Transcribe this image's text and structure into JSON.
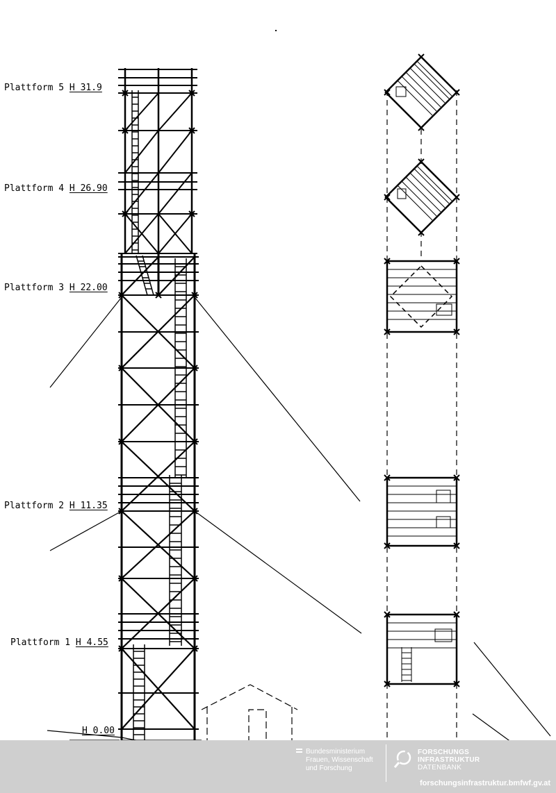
{
  "platforms": [
    {
      "name": "Plattform 5",
      "height": "H 31.9"
    },
    {
      "name": "Plattform 4",
      "height": "H 26.90"
    },
    {
      "name": "Plattform 3",
      "height": "H 22.00"
    },
    {
      "name": "Plattform 2",
      "height": "H 11.35"
    },
    {
      "name": "Plattform 1",
      "height": "H 4.55"
    }
  ],
  "ground_label": "H 0.00",
  "footer": {
    "ministry_line1": "Bundesministerium",
    "ministry_line2": "Frauen, Wissenschaft",
    "ministry_line3": "und Forschung",
    "logo_line1": "FORSCHUNGS",
    "logo_line2": "INFRASTRUKTUR",
    "logo_line3": "DATENBANK",
    "url": "forschungsinfrastruktur.bmfwf.gv.at"
  },
  "colors": {
    "ink": "#000000",
    "footer_bg": "#cfcfcf",
    "footer_text": "#ffffff"
  }
}
